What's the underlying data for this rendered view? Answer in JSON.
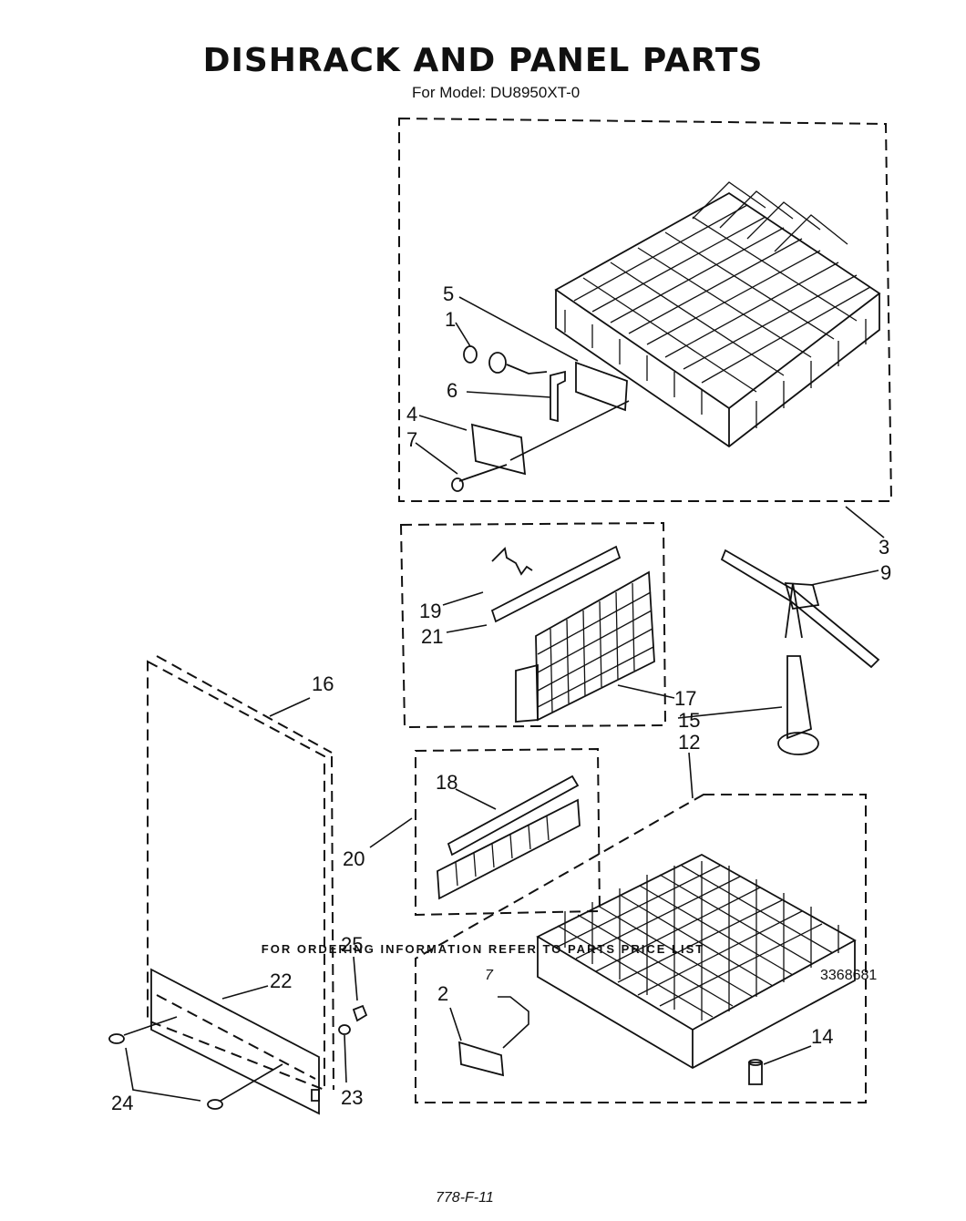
{
  "title": "DISHRACK AND PANEL PARTS",
  "subtitle": "For Model: DU8950XT-0",
  "footer_note": "FOR ORDERING INFORMATION REFER TO PARTS PRICE LIST",
  "page_number": "7",
  "document_number": "3368681",
  "handwritten_note": "778-F-11",
  "callouts": {
    "c1": "1",
    "c2": "2",
    "c3": "3",
    "c4": "4",
    "c5": "5",
    "c6": "6",
    "c7": "7",
    "c9": "9",
    "c12": "12",
    "c14": "14",
    "c15": "15",
    "c16": "16",
    "c17": "17",
    "c18": "18",
    "c19": "19",
    "c20": "20",
    "c21": "21",
    "c22": "22",
    "c23": "23",
    "c24": "24",
    "c25": "25"
  }
}
